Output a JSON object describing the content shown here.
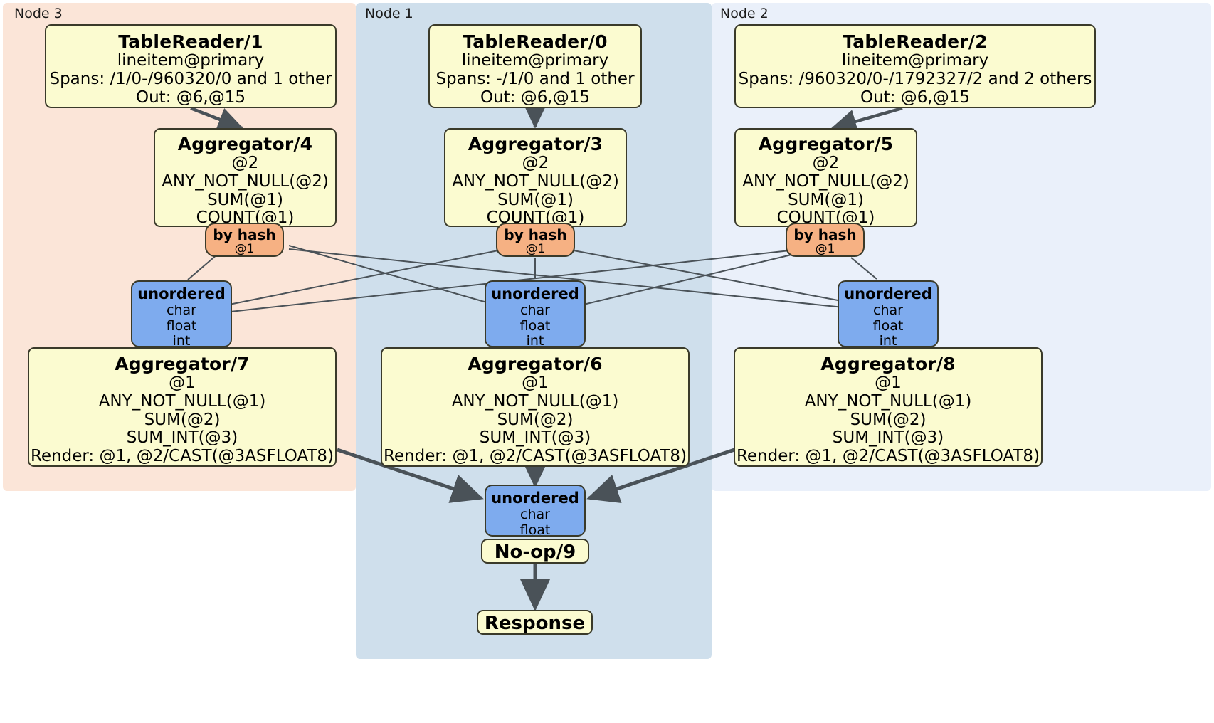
{
  "diagram": {
    "type": "distributed-query-plan",
    "colors": {
      "processor_fill": "#fbfbd0",
      "hash_router_fill": "#f6b183",
      "unordered_router_fill": "#7eabee",
      "node3_bg": "#fbe5d8",
      "node1_bg": "#cfdfec",
      "node2_bg": "#eaf0fa",
      "stroke": "#3a3a2a",
      "edge": "#4a5258"
    }
  },
  "regions": [
    {
      "id": "node3",
      "label": "Node 3"
    },
    {
      "id": "node1",
      "label": "Node 1"
    },
    {
      "id": "node2",
      "label": "Node 2"
    }
  ],
  "nodes": {
    "tablereader1": {
      "title": "TableReader/1",
      "lines": [
        "lineitem@primary",
        "Spans: /1/0-/960320/0 and 1 other",
        "Out: @6,@15"
      ]
    },
    "tablereader0": {
      "title": "TableReader/0",
      "lines": [
        "lineitem@primary",
        "Spans: -/1/0 and 1 other",
        "Out: @6,@15"
      ]
    },
    "tablereader2": {
      "title": "TableReader/2",
      "lines": [
        "lineitem@primary",
        "Spans: /960320/0-/1792327/2 and 2 others",
        "Out: @6,@15"
      ]
    },
    "aggregator4": {
      "title": "Aggregator/4",
      "lines": [
        "@2",
        "ANY_NOT_NULL(@2)",
        "SUM(@1)",
        "COUNT(@1)"
      ]
    },
    "aggregator3": {
      "title": "Aggregator/3",
      "lines": [
        "@2",
        "ANY_NOT_NULL(@2)",
        "SUM(@1)",
        "COUNT(@1)"
      ]
    },
    "aggregator5": {
      "title": "Aggregator/5",
      "lines": [
        "@2",
        "ANY_NOT_NULL(@2)",
        "SUM(@1)",
        "COUNT(@1)"
      ]
    },
    "aggregator7": {
      "title": "Aggregator/7",
      "lines": [
        "@1",
        "ANY_NOT_NULL(@1)",
        "SUM(@2)",
        "SUM_INT(@3)",
        "Render: @1, @2/CAST(@3ASFLOAT8)"
      ]
    },
    "aggregator6": {
      "title": "Aggregator/6",
      "lines": [
        "@1",
        "ANY_NOT_NULL(@1)",
        "SUM(@2)",
        "SUM_INT(@3)",
        "Render: @1, @2/CAST(@3ASFLOAT8)"
      ]
    },
    "aggregator8": {
      "title": "Aggregator/8",
      "lines": [
        "@1",
        "ANY_NOT_NULL(@1)",
        "SUM(@2)",
        "SUM_INT(@3)",
        "Render: @1, @2/CAST(@3ASFLOAT8)"
      ]
    },
    "hash_left": {
      "title": "by hash",
      "detail": "@1"
    },
    "hash_center": {
      "title": "by hash",
      "detail": "@1"
    },
    "hash_right": {
      "title": "by hash",
      "detail": "@1"
    },
    "unordered_left": {
      "title": "unordered",
      "lines": [
        "char",
        "float",
        "int"
      ]
    },
    "unordered_center": {
      "title": "unordered",
      "lines": [
        "char",
        "float",
        "int"
      ]
    },
    "unordered_right": {
      "title": "unordered",
      "lines": [
        "char",
        "float",
        "int"
      ]
    },
    "unordered_final": {
      "title": "unordered",
      "lines": [
        "char",
        "float"
      ]
    },
    "noop9": {
      "title": "No-op/9"
    },
    "response": {
      "title": "Response"
    }
  }
}
